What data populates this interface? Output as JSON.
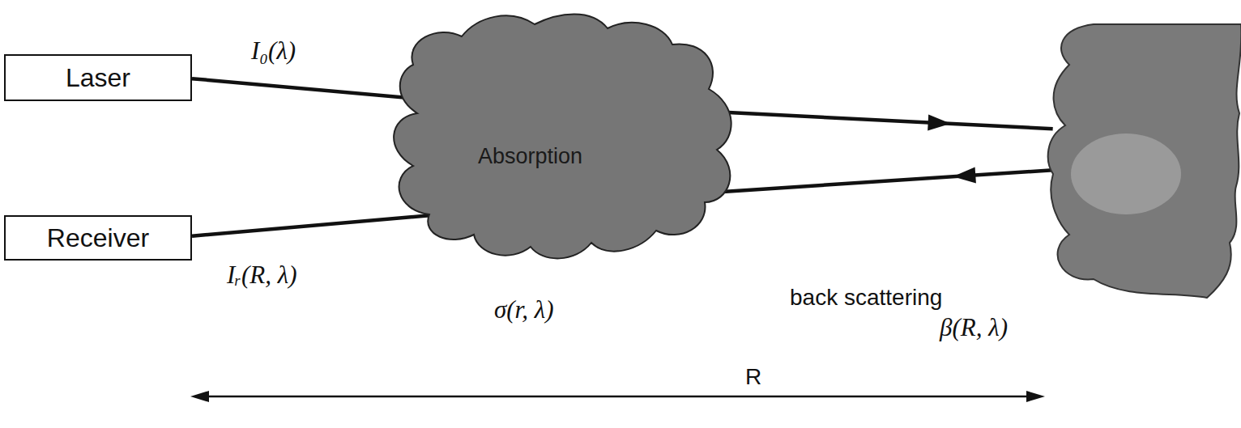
{
  "diagram": {
    "nodes": [
      {
        "text": [
          "Laser"
        ]
      },
      {
        "text": [
          "Receiver"
        ]
      },
      {
        "text": [
          "Absorption"
        ]
      },
      {
        "text": [
          "back scattering",
          "β(R, λ)"
        ]
      }
    ],
    "edges": [
      {
        "from": 0,
        "to": 2,
        "arrow": "none"
      },
      {
        "from": 2,
        "to": 3,
        "arrow": "to"
      },
      {
        "from": 3,
        "to": 2,
        "arrow": "to"
      },
      {
        "from": 2,
        "to": 1,
        "arrow": "none"
      }
    ],
    "labels": [
      "I₀(λ)",
      "Iᵣ(R, λ)",
      "σ(r, λ)",
      "R"
    ]
  }
}
